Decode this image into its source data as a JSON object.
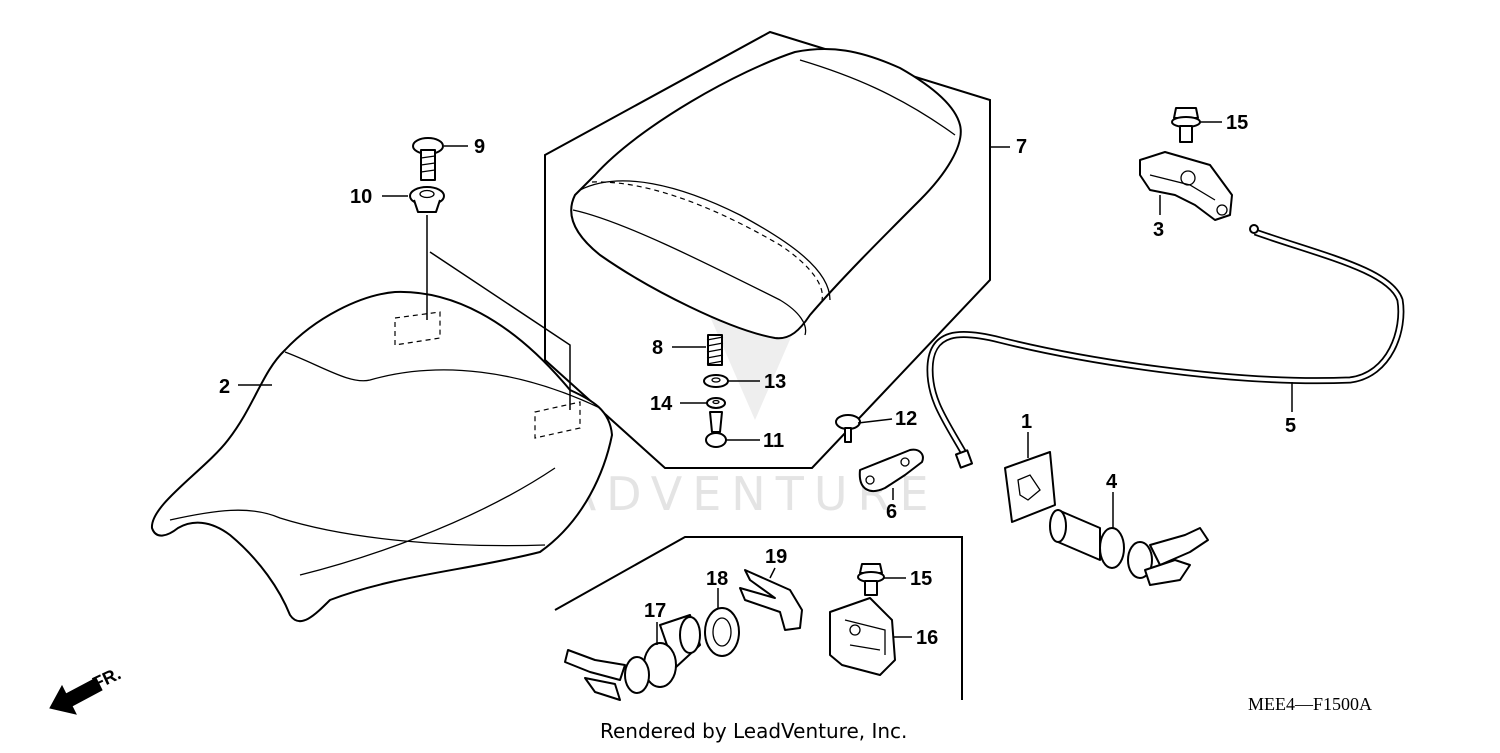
{
  "diagram": {
    "code": "MEE4—F1500A",
    "direction_label": "FR.",
    "credit": "Rendered by LeadVenture, Inc.",
    "watermark": "LEADVENTURE"
  },
  "callouts": {
    "c1": "1",
    "c2": "2",
    "c3": "3",
    "c4": "4",
    "c5": "5",
    "c6": "6",
    "c7": "7",
    "c8": "8",
    "c9": "9",
    "c10": "10",
    "c11": "11",
    "c12": "12",
    "c13": "13",
    "c14": "14",
    "c15a": "15",
    "c15b": "15",
    "c16": "16",
    "c17": "17",
    "c18": "18",
    "c19": "19"
  }
}
